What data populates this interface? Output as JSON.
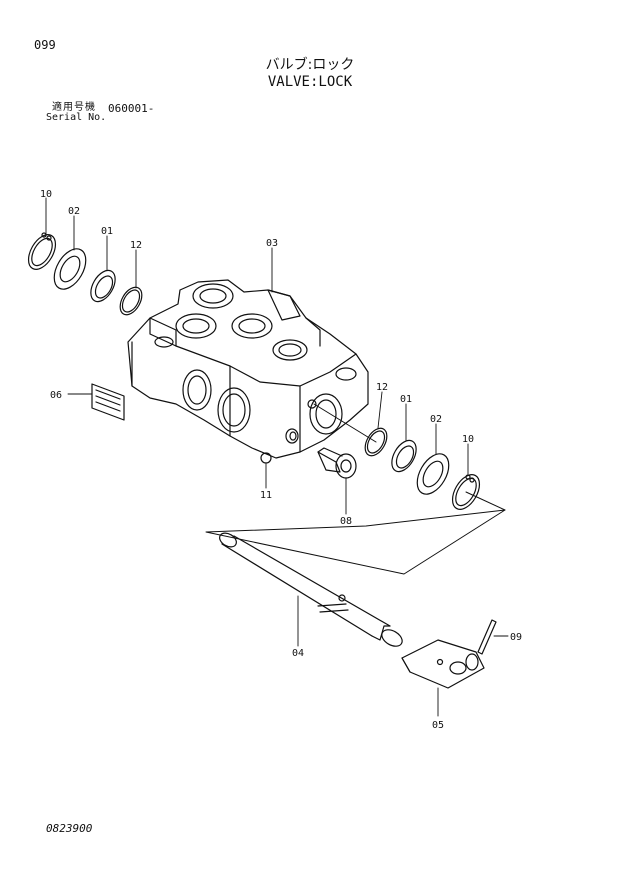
{
  "header": {
    "page_no": "099",
    "title_jp": "バルブ:ロック",
    "title_en": "VALVE:LOCK",
    "serial_label_jp": "適用号機",
    "serial_label_en": "Serial No.",
    "serial_value": "060001-"
  },
  "footer": {
    "doc_code": "0823900"
  },
  "callouts": {
    "c10a": "10",
    "c02a": "02",
    "c01a": "01",
    "c12a": "12",
    "c03": "03",
    "c06": "06",
    "c12b": "12",
    "c01b": "01",
    "c02b": "02",
    "c10b": "10",
    "c11": "11",
    "c08": "08",
    "c04": "04",
    "c09": "09",
    "c05": "05"
  }
}
